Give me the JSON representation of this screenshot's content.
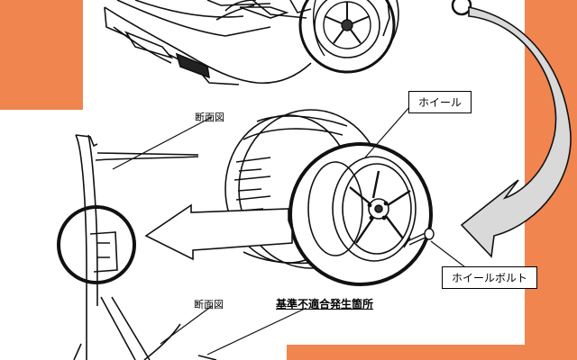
{
  "colors": {
    "background": "#ffffff",
    "accent_orange": "#f0854f",
    "line": "#111111",
    "arrow_fill": "#d9d9d9"
  },
  "labels": {
    "wheel": "ホイール",
    "wheel_bolt": "ホイールボルト",
    "cross_section_top": "断面図",
    "cross_section_bottom": "断面図",
    "defect_location": "基準不適合発生箇所"
  }
}
